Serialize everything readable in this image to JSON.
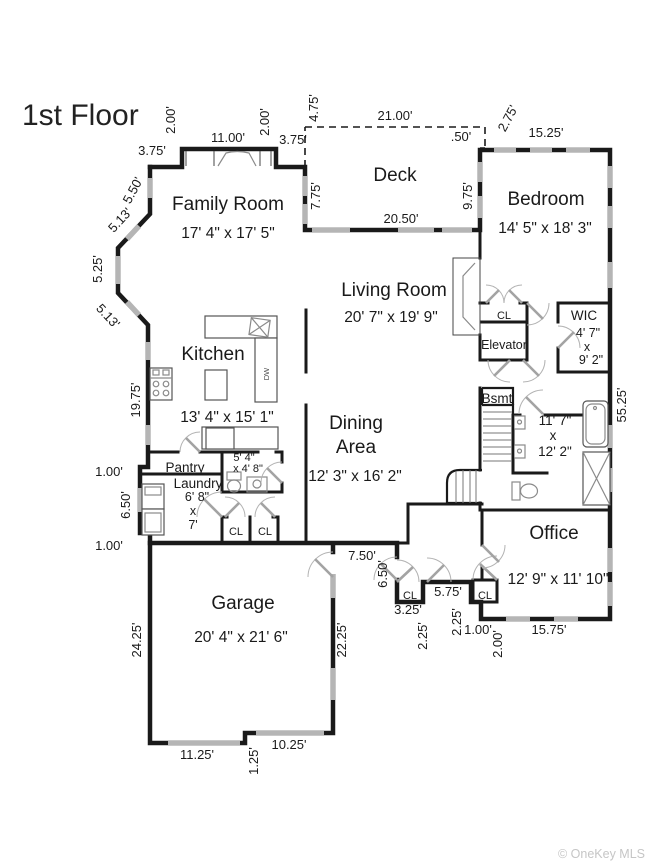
{
  "title": "1st Floor",
  "watermark": "© OneKey MLS",
  "colors": {
    "wall": "#1a1a1a",
    "window": "#b5b5b5",
    "fixture": "#8a8a8a",
    "door": "#a3a3a3",
    "text": "#1a1a1a",
    "watermark": "#c6c6c6",
    "background": "#ffffff"
  },
  "rooms": {
    "family": {
      "name": "Family Room",
      "dims": "17' 4\" x 17' 5\""
    },
    "deck": {
      "name": "Deck"
    },
    "bedroom": {
      "name": "Bedroom",
      "dims": "14' 5\" x 18' 3\""
    },
    "living": {
      "name": "Living Room",
      "dims": "20' 7\" x 19' 9\""
    },
    "kitchen": {
      "name": "Kitchen",
      "dims": "13' 4\" x 15' 1\""
    },
    "dining": {
      "line1": "Dining",
      "line2": "Area",
      "dims": "12' 3\" x 16' 2\""
    },
    "pantry": {
      "name": "Pantry"
    },
    "laundry": {
      "name": "Laundry",
      "d1": "6' 8\"",
      "d2": "x",
      "d3": "7'"
    },
    "powder": {
      "d1": "5' 4\"",
      "d2": "x 4' 8\""
    },
    "garage": {
      "name": "Garage",
      "dims": "20' 4\" x 21' 6\""
    },
    "office": {
      "name": "Office",
      "dims": "12' 9\" x 11' 10\""
    },
    "bath": {
      "d1": "11' 7\"",
      "d2": "x",
      "d3": "12' 2\""
    },
    "wic": {
      "name": "WIC",
      "d1": "4' 7\"",
      "d2": "x",
      "d3": "9' 2\""
    },
    "elevator": {
      "name": "Elevator"
    },
    "bsmt": {
      "name": "Bsmt"
    },
    "cl": "CL",
    "dw": "DW"
  },
  "dims": {
    "bump_left_depth": "2.00'",
    "bump_width": "11.00'",
    "bump_right_depth": "2.00'",
    "fam_top_left": "3.75'",
    "fam_top_right": "3.75'",
    "deck_left": "4.75'",
    "deck_top": "21.00'",
    "deck_jog": ".50'",
    "bed_setback": "2.75'",
    "bed_top": "15.25'",
    "fam_right": "7.75'",
    "bed_left": "9.75'",
    "deck_bottom": "20.50'",
    "fam_left_a": "5.50'",
    "fam_left_b": "5.13'",
    "fam_left_c": "5.25'",
    "fam_left_d": "5.13'",
    "kitchen_left": "19.75'",
    "step_a": "1.00'",
    "laundry_left": "6.50'",
    "step_b": "1.00'",
    "garage_left": "24.25'",
    "garage_bottom_a": "11.25'",
    "garage_step": "1.25'",
    "garage_bottom_b": "10.25'",
    "garage_right": "22.25'",
    "hall_top": "7.50'",
    "hall_left": "6.50'",
    "cl_a_width": "3.25'",
    "cl_a_depth": "2.25'",
    "hall_mid": "5.75'",
    "cl_b_depth": "2.25'",
    "jog_a": "1.00'",
    "jog_b": "2.00'",
    "office_bottom": "15.75'",
    "right_side": "55.25'"
  }
}
